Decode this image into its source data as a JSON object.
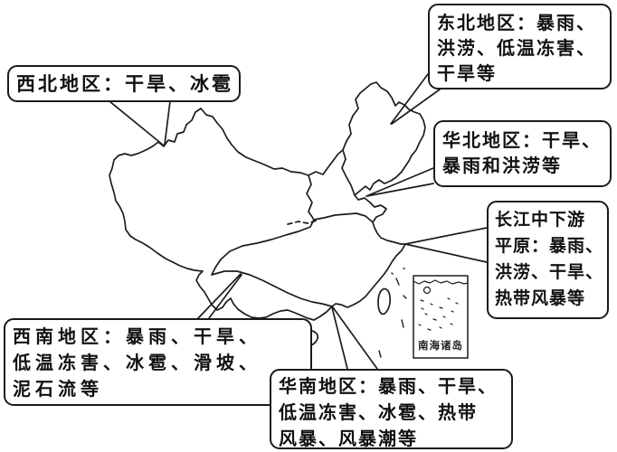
{
  "colors": {
    "ink": "#1c1c1c",
    "background": "#ffffff"
  },
  "callouts": {
    "northwest": {
      "lines": [
        "西北地区：干旱、冰雹"
      ]
    },
    "northeast": {
      "lines": [
        "东北地区：暴雨、",
        "洪涝、低温冻害、",
        "干旱等"
      ]
    },
    "north_china": {
      "lines": [
        "华北地区：干旱、",
        "暴雨和洪涝等"
      ]
    },
    "yangtze": {
      "lines": [
        "长江中下游",
        "平原：暴雨、",
        "洪涝、干旱、",
        "热带风暴等"
      ]
    },
    "southwest": {
      "lines": [
        "西南地区：暴雨、干旱、",
        "低温冻害、冰雹、滑坡、",
        "泥石流等"
      ]
    },
    "south_china": {
      "lines": [
        "华南地区：暴雨、干旱、",
        "低温冻害、冰雹、热带",
        "风暴、风暴潮等"
      ]
    }
  },
  "inset": {
    "label": "南海诸岛"
  }
}
